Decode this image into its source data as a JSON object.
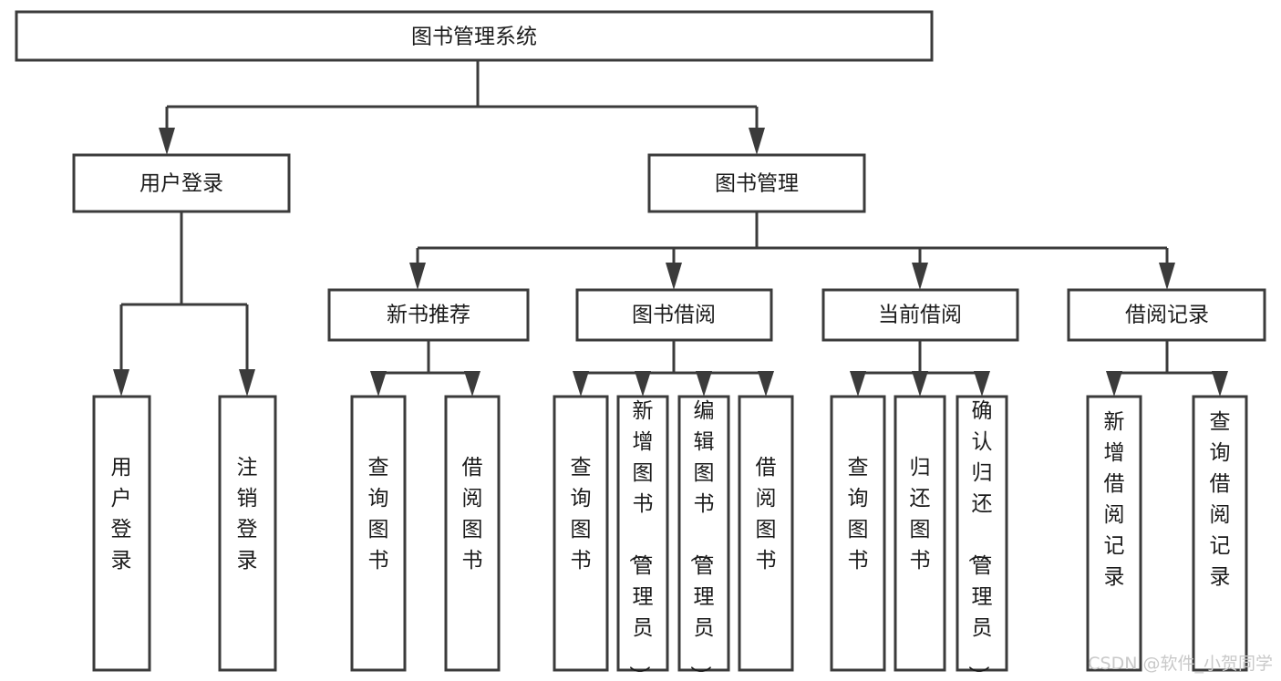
{
  "diagram": {
    "title": "图书管理系统",
    "type": "tree",
    "orientation": "top-down",
    "colors": {
      "box_stroke": "#3b3b3b",
      "box_fill": "#ffffff",
      "connector": "#3b3b3b",
      "label_text": "#1b1b1b",
      "background": "#ffffff",
      "watermark": "#c9c9c9"
    },
    "root": {
      "label": "图书管理系统"
    },
    "level2": [
      {
        "label": "用户登录"
      },
      {
        "label": "图书管理"
      }
    ],
    "level3": [
      {
        "label": "新书推荐"
      },
      {
        "label": "图书借阅"
      },
      {
        "label": "当前借阅"
      },
      {
        "label": "借阅记录"
      }
    ],
    "leaves": {
      "user_login": [
        {
          "label": "用户登录"
        },
        {
          "label": "注销登录"
        }
      ],
      "new_book_recommend": [
        {
          "label": "查询图书"
        },
        {
          "label": "借阅图书"
        }
      ],
      "book_borrow": [
        {
          "label": "查询图书"
        },
        {
          "label": "新增图书（管理员）"
        },
        {
          "label": "编辑图书（管理员）"
        },
        {
          "label": "借阅图书"
        }
      ],
      "current_borrow": [
        {
          "label": "查询图书"
        },
        {
          "label": "归还图书"
        },
        {
          "label": "确认归还（管理员）"
        }
      ],
      "borrow_record": [
        {
          "label": "新增借阅记录"
        },
        {
          "label": "查询借阅记录"
        }
      ]
    }
  },
  "watermark": {
    "text": "CSDN @软件_小贺同学"
  }
}
